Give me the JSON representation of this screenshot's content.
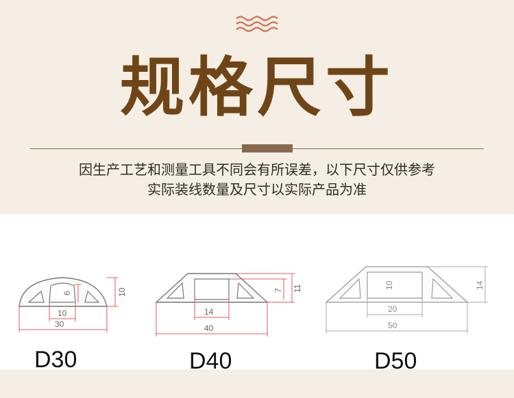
{
  "header": {
    "title": "规格尺寸",
    "note_line1": "因生产工艺和测量工具不同会有所误差，以下尺寸仅供参考",
    "note_line2": "实际装线数量及尺寸以实际产品为准"
  },
  "products": [
    {
      "model": "D30",
      "total_width": "30",
      "channel_width": "10",
      "height": "10",
      "channel_height": "6"
    },
    {
      "model": "D40",
      "total_width": "40",
      "channel_width": "14",
      "height": "11",
      "channel_height": "7"
    },
    {
      "model": "D50",
      "total_width": "50",
      "channel_width": "20",
      "height": "14",
      "channel_height": "10"
    }
  ],
  "colors": {
    "accent": "#6f4518",
    "background": "#f5eee4",
    "dimension_line": "#e05a5a"
  }
}
